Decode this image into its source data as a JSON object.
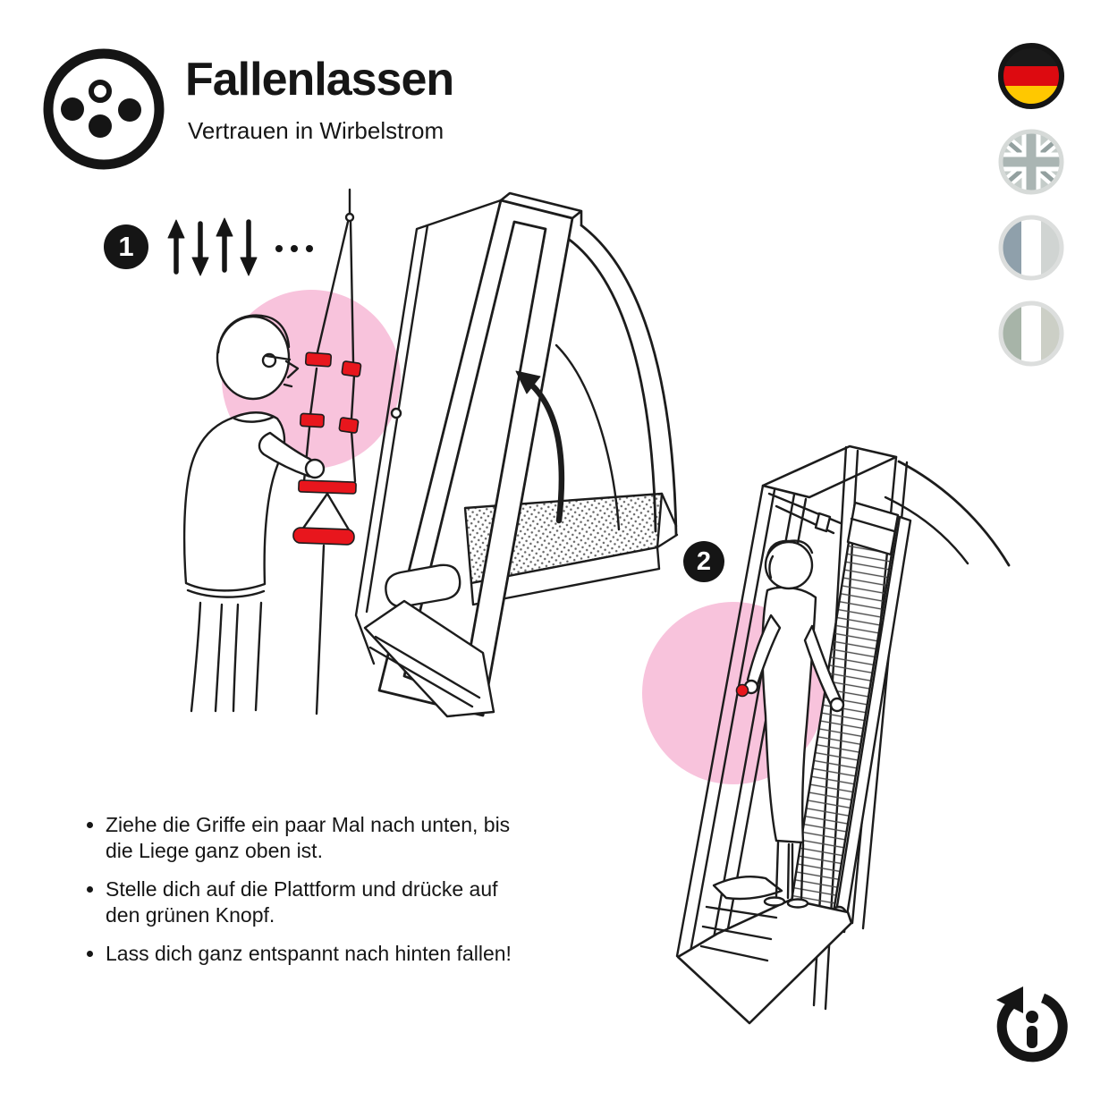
{
  "poster": {
    "logo_icon": "four-dots-circle-icon",
    "title": "Fallenlassen",
    "subtitle": "Vertrauen in Wirbelstrom"
  },
  "language_switcher": {
    "flags": [
      {
        "icon": "flag-germany-icon",
        "active": true
      },
      {
        "icon": "flag-united-kingdom-icon",
        "active": false
      },
      {
        "icon": "flag-france-icon",
        "active": false
      },
      {
        "icon": "flag-italy-icon",
        "active": false
      }
    ]
  },
  "steps": [
    {
      "number": "1",
      "arrows_icon": "up-down-up-down-ellipsis-icon"
    },
    {
      "number": "2"
    }
  ],
  "instructions": [
    "Ziehe die Griffe ein paar Mal nach unten, bis die Liege ganz oben ist.",
    "Stelle dich auf die Plattform und drücke auf den grünen Knopf.",
    "Lass dich ganz entspannt nach hinten fallen!"
  ],
  "footer": {
    "info_icon": "info-reset-icon"
  },
  "colors": {
    "highlight_pink": "#f8c3dc",
    "accent_red": "#e8161d",
    "ink": "#1c1c1c",
    "flag_black": "#1a1a1a",
    "flag_red": "#dd0a10",
    "flag_gold": "#ffc800"
  }
}
